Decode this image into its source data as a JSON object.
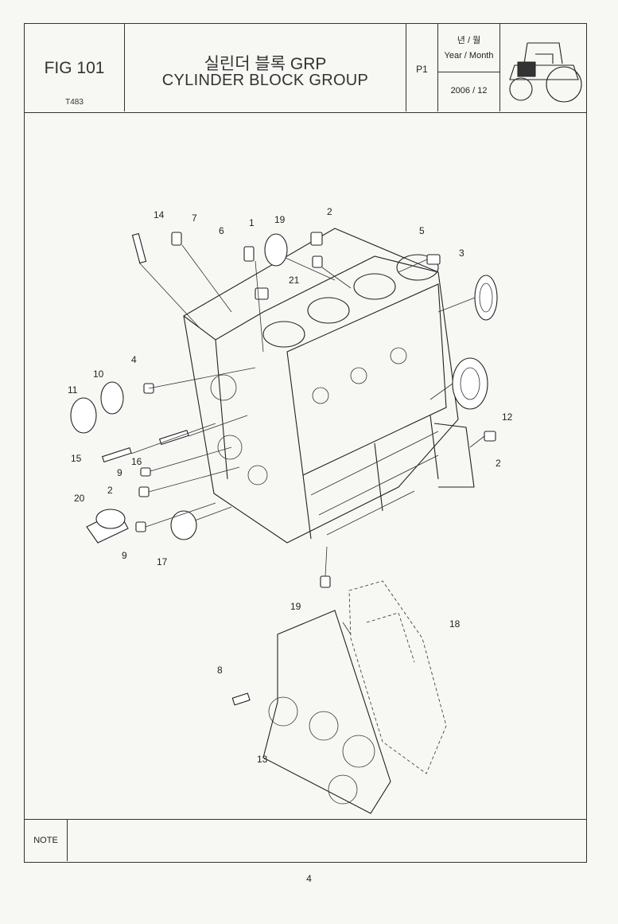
{
  "header": {
    "fig_no": "FIG 101",
    "fig_code": "T483",
    "title_ko": "실린더 블록 GRP",
    "title_en": "CYLINDER BLOCK GROUP",
    "page": "P1",
    "date_label_ko": "년 / 월",
    "date_label_en": "Year / Month",
    "date_value": "2006  / 12"
  },
  "callouts": [
    "14",
    "7",
    "6",
    "1",
    "19",
    "2",
    "5",
    "3",
    "21",
    "4",
    "10",
    "11",
    "12",
    "15",
    "16",
    "9",
    "2",
    "2",
    "20",
    "9",
    "17",
    "19",
    "18",
    "8",
    "13"
  ],
  "note": {
    "label": "NOTE",
    "text": ""
  },
  "page_number": "4",
  "colors": {
    "ink": "#222222",
    "paper": "#f7f7f4"
  }
}
